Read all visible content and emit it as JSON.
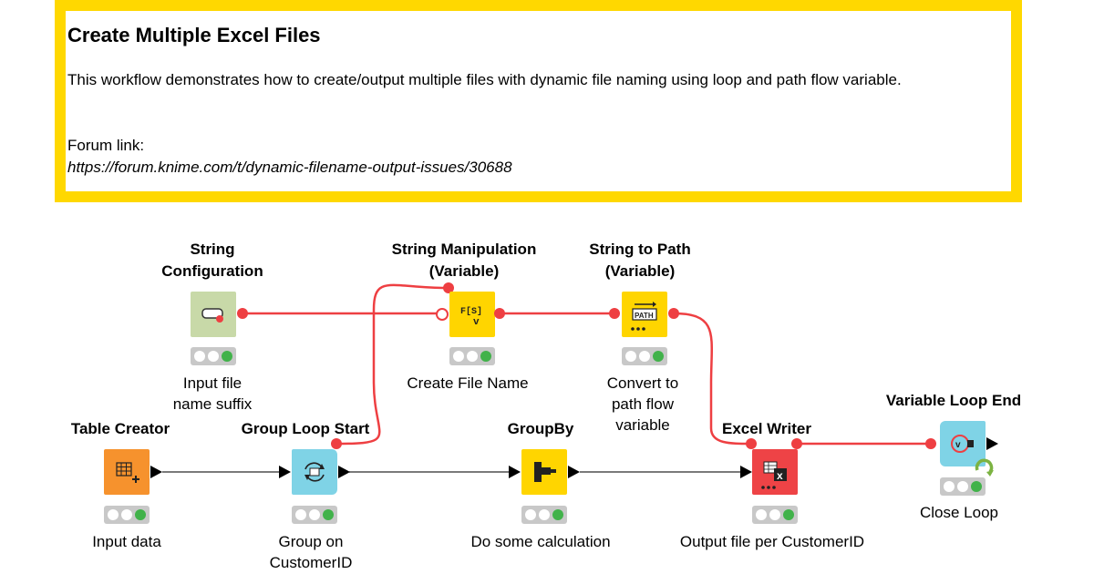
{
  "annotation": {
    "title": "Create Multiple Excel Files",
    "text": "This workflow demonstrates how to create/output multiple files with dynamic file naming using loop and path flow variable.",
    "forum_label": "Forum link:",
    "forum_url": "https://forum.knime.com/t/dynamic-filename-output-issues/30688"
  },
  "nodes": {
    "string_config": {
      "title_line1": "String",
      "title_line2": "Configuration",
      "label_line1": "Input file",
      "label_line2": "name suffix"
    },
    "string_manip": {
      "title_line1": "String Manipulation",
      "title_line2": "(Variable)",
      "label": "Create File Name",
      "icon_text": "F[S]"
    },
    "string_to_path": {
      "title_line1": "String to Path",
      "title_line2": "(Variable)",
      "label_line1": "Convert to",
      "label_line2": "path flow",
      "label_line3": "variable",
      "icon_text": "PATH"
    },
    "table_creator": {
      "title": "Table Creator",
      "label": "Input data"
    },
    "group_loop_start": {
      "title": "Group Loop Start",
      "label_line1": "Group on",
      "label_line2": "CustomerID"
    },
    "groupby": {
      "title": "GroupBy",
      "label": "Do some calculation"
    },
    "excel_writer": {
      "title": "Excel Writer",
      "label": "Output file per CustomerID"
    },
    "variable_loop_end": {
      "title": "Variable Loop End",
      "label": "Close Loop"
    }
  },
  "colors": {
    "annotation_border": "#ffd800",
    "flow_variable": "#ee3f42",
    "data_wire": "#7a7a7a",
    "manipulator_yellow": "#ffd500",
    "source_orange": "#f6922d",
    "loop_blue": "#7fd3e6",
    "sink_red": "#ee4346",
    "config_green": "#c8d9a8",
    "status_green": "#41b24a"
  }
}
